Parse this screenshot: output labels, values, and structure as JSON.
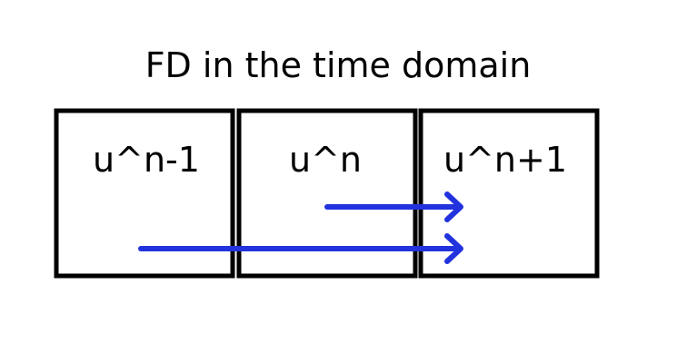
{
  "title": "FD in the time domain",
  "boxes": [
    {
      "label": "u^n-1"
    },
    {
      "label": "u^n"
    },
    {
      "label": "u^n+1"
    }
  ],
  "arrows": [
    {
      "from": "u^n",
      "to": "u^n+1"
    },
    {
      "from": "u^n-1",
      "to": "u^n+1"
    }
  ],
  "colors": {
    "arrow": "#2233dd",
    "box_stroke": "#000000",
    "background": "#ffffff"
  }
}
